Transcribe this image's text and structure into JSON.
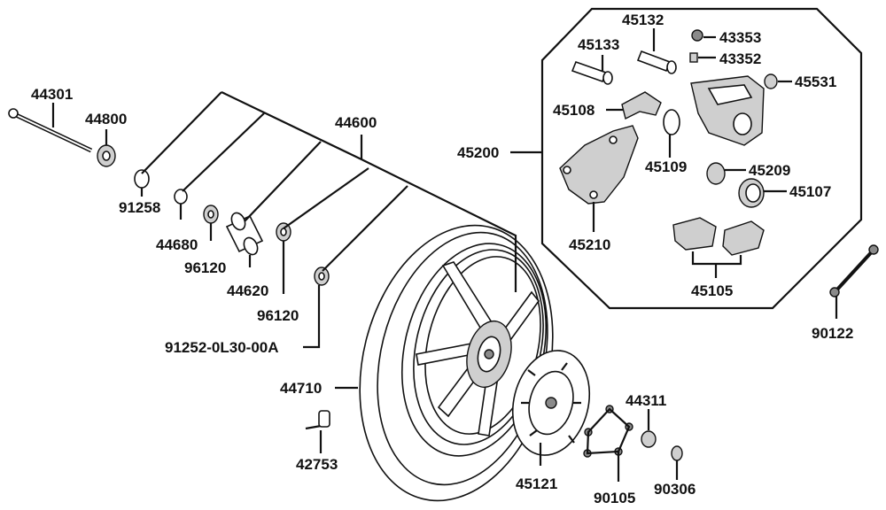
{
  "labels": {
    "p44301": "44301",
    "p44800": "44800",
    "p44600": "44600",
    "p91258": "91258",
    "p44680": "44680",
    "p96120a": "96120",
    "p44620": "44620",
    "p96120b": "96120",
    "p91252": "91252-0L30-00A",
    "p44710": "44710",
    "p42753": "42753",
    "p45121": "45121",
    "p90105": "90105",
    "p44311": "44311",
    "p90306": "90306",
    "p45132": "45132",
    "p45133": "45133",
    "p43353": "43353",
    "p43352": "43352",
    "p45531": "45531",
    "p45108": "45108",
    "p45200": "45200",
    "p45109": "45109",
    "p45209": "45209",
    "p45107": "45107",
    "p45210": "45210",
    "p45105": "45105",
    "p90122": "90122"
  }
}
